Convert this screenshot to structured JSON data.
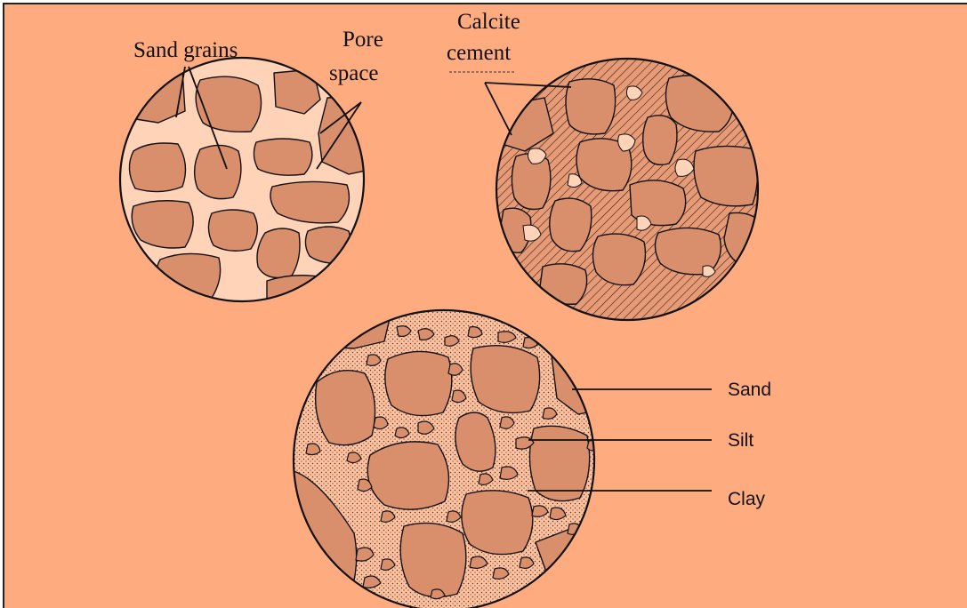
{
  "labels": {
    "sand_grains": "Sand grains",
    "pore_space_line1": "Pore",
    "pore_space_line2": "space",
    "calcite_line1": "Calcite",
    "calcite_line2": "cement",
    "sand": "Sand",
    "silt": "Silt",
    "clay": "Clay"
  },
  "colors": {
    "background": "#ffab80",
    "grain": "#d98f6c",
    "pore": "#ffd3b8",
    "outline": "#111111"
  }
}
